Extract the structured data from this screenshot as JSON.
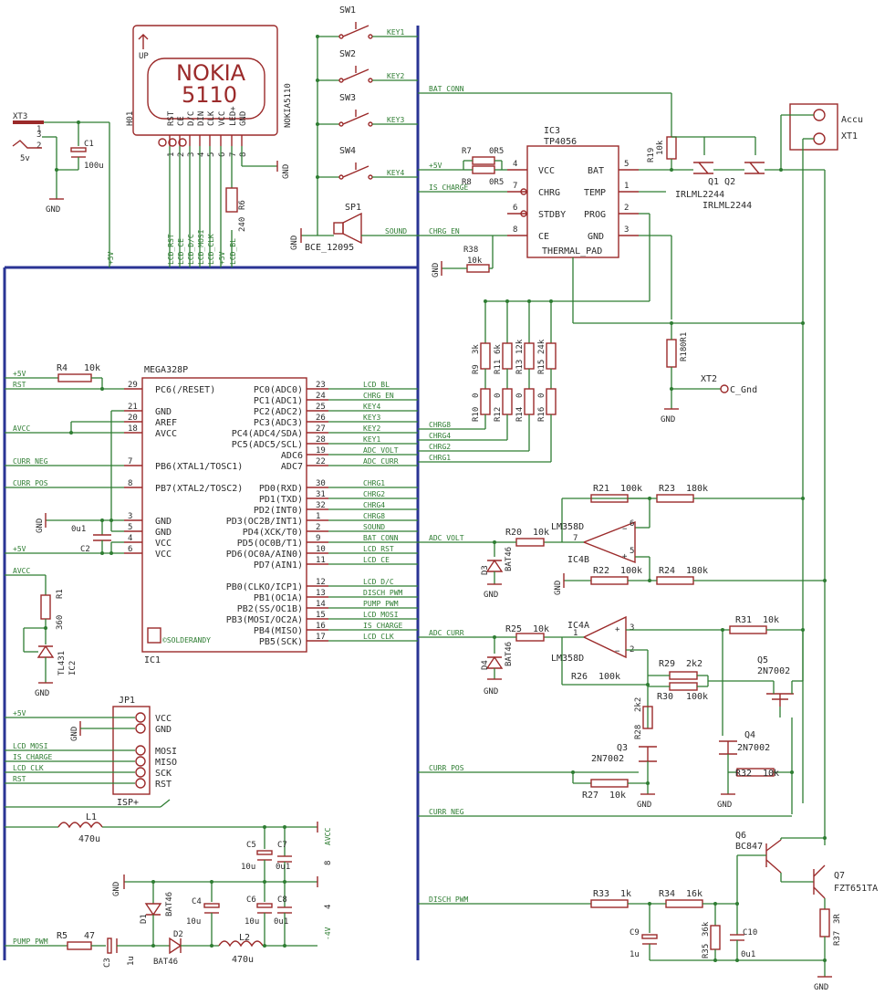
{
  "lcd": {
    "line1": "NOKIA",
    "line2": "5110",
    "up": "UP",
    "ref": "H01",
    "part": "NOKIA5110",
    "pins": [
      "RST",
      "CE",
      "D/C",
      "DIN",
      "CLK",
      "VCC",
      "LED+",
      "GND"
    ],
    "nums": [
      "1",
      "2",
      "3",
      "4",
      "5",
      "6",
      "7",
      "8"
    ],
    "nets": [
      "LCD_RST",
      "LCD_CE",
      "LCD_D/C",
      "LCD_MOSI",
      "LCD_CLK",
      "+5V",
      "LCD_BL"
    ]
  },
  "xt3": {
    "name": "XT3",
    "p1": "1",
    "p2": "2",
    "p3": "3",
    "v": "5v"
  },
  "c1": {
    "name": "C1",
    "val": "100u"
  },
  "gnd": "GND",
  "gnd5v_left": "+5V",
  "r6": {
    "name": "R6",
    "val": "240"
  },
  "sw": [
    "SW1",
    "SW2",
    "SW3",
    "SW4"
  ],
  "keys": [
    "KEY1",
    "KEY2",
    "KEY3",
    "KEY4"
  ],
  "sp1": {
    "name": "SP1",
    "part": "BCE_12095",
    "net": "SOUND"
  },
  "ic3": {
    "name": "IC3",
    "part": "TP4056",
    "vcc": "VCC",
    "chrg": "CHRG",
    "stdby": "STDBY",
    "ce": "CE",
    "bat": "BAT",
    "temp": "TEMP",
    "prog": "PROG",
    "gnd": "GND",
    "pad": "THERMAL_PAD",
    "n4": "4",
    "n7": "7",
    "n6": "6",
    "n8": "8",
    "n5": "5",
    "n1": "1",
    "n2": "2",
    "n3": "3"
  },
  "nets_top": {
    "bat_conn": "BAT_CONN",
    "p5v": "+5V",
    "is_charge": "IS_CHARGE",
    "chrg_en": "CHRG_EN"
  },
  "r7": {
    "name": "R7",
    "val": "0R5"
  },
  "r8": {
    "name": "R8",
    "val": "0R5"
  },
  "r38": {
    "name": "R38",
    "val": "10k"
  },
  "r19": {
    "name": "R19",
    "val": "10k"
  },
  "q1q2": {
    "name": "Q1 Q2",
    "p1": "IRLML2244",
    "p2": "IRLML2244"
  },
  "accu": {
    "label": "Accu",
    "name": "XT1"
  },
  "rlad": [
    {
      "name": "R9",
      "val": "3k"
    },
    {
      "name": "R11",
      "val": "6k"
    },
    {
      "name": "R13",
      "val": "12k"
    },
    {
      "name": "R15",
      "val": "24k"
    },
    {
      "name": "R10",
      "val": "0"
    },
    {
      "name": "R12",
      "val": "0"
    },
    {
      "name": "R14",
      "val": "0"
    },
    {
      "name": "R16",
      "val": "0"
    }
  ],
  "r18": {
    "name": "R18",
    "val": "0R1"
  },
  "xt2": {
    "name": "XT2",
    "net": "C_Gnd"
  },
  "r4": {
    "name": "R4",
    "val": "10k"
  },
  "mcu": {
    "name": "MEGA328P",
    "ref": "IC1",
    "left": [
      {
        "n": "29",
        "l": "PC6(/RESET)"
      },
      {
        "n": "21",
        "l": "GND"
      },
      {
        "n": "20",
        "l": "AREF"
      },
      {
        "n": "18",
        "l": "AVCC"
      },
      {
        "n": "7",
        "l": "PB6(XTAL1/TOSC1)"
      },
      {
        "n": "8",
        "l": "PB7(XTAL2/TOSC2)"
      },
      {
        "n": "3",
        "l": "GND"
      },
      {
        "n": "5",
        "l": "GND"
      },
      {
        "n": "4",
        "l": "VCC"
      },
      {
        "n": "6",
        "l": "VCC"
      }
    ],
    "right": [
      {
        "n": "23",
        "l": "PC0(ADC0)",
        "net": "LCD_BL"
      },
      {
        "n": "24",
        "l": "PC1(ADC1)",
        "net": "CHRG_EN"
      },
      {
        "n": "25",
        "l": "PC2(ADC2)",
        "net": "KEY4"
      },
      {
        "n": "26",
        "l": "PC3(ADC3)",
        "net": "KEY3"
      },
      {
        "n": "27",
        "l": "PC4(ADC4/SDA)",
        "net": "KEY2"
      },
      {
        "n": "28",
        "l": "PC5(ADC5/SCL)",
        "net": "KEY1"
      },
      {
        "n": "19",
        "l": "ADC6",
        "net": "ADC_VOLT"
      },
      {
        "n": "22",
        "l": "ADC7",
        "net": "ADC_CURR"
      },
      {
        "n": "30",
        "l": "PD0(RXD)",
        "net": "CHRG1"
      },
      {
        "n": "31",
        "l": "PD1(TXD)",
        "net": "CHRG2"
      },
      {
        "n": "32",
        "l": "PD2(INT0)",
        "net": "CHRG4"
      },
      {
        "n": "1",
        "l": "PD3(OC2B/INT1)",
        "net": "CHRG8"
      },
      {
        "n": "2",
        "l": "PD4(XCK/T0)",
        "net": "SOUND"
      },
      {
        "n": "9",
        "l": "PD5(OC0B/T1)",
        "net": "BAT_CONN"
      },
      {
        "n": "10",
        "l": "PD6(OC0A/AIN0)",
        "net": "LCD_RST"
      },
      {
        "n": "11",
        "l": "PD7(AIN1)",
        "net": "LCD_CE"
      },
      {
        "n": "12",
        "l": "PB0(CLKO/ICP1)",
        "net": "LCD_D/C"
      },
      {
        "n": "13",
        "l": "PB1(OC1A)",
        "net": "DISCH_PWM"
      },
      {
        "n": "14",
        "l": "PB2(SS/OC1B)",
        "net": "PUMP_PWM"
      },
      {
        "n": "15",
        "l": "PB3(MOSI/OC2A)",
        "net": "LCD_MOSI"
      },
      {
        "n": "16",
        "l": "PB4(MISO)",
        "net": "IS_CHARGE"
      },
      {
        "n": "17",
        "l": "PB5(SCK)",
        "net": "LCD_CLK"
      }
    ],
    "logo": "©SOLDERANDY"
  },
  "left_nets": {
    "p5v": "+5V",
    "rst": "RST",
    "avcc": "AVCC",
    "curr_neg": "CURR_NEG",
    "curr_pos": "CURR_POS"
  },
  "chrg_right": [
    "CHRG8",
    "CHRG4",
    "CHRG2",
    "CHRG1"
  ],
  "c2": {
    "name": "C2",
    "val": "0u1"
  },
  "r1": {
    "name": "R1",
    "val": "360"
  },
  "ic2": {
    "name": "IC2",
    "part": "TL431"
  },
  "jp1": {
    "name": "JP1",
    "sub": "ISP+",
    "pins": [
      "VCC",
      "GND",
      "MOSI",
      "MISO",
      "SCK",
      "RST"
    ],
    "nets": [
      "+5V",
      "",
      "LCD_MOSI",
      "IS_CHARGE",
      "LCD_CLK",
      "RST"
    ]
  },
  "l1": {
    "name": "L1",
    "val": "470u"
  },
  "c5": {
    "name": "C5",
    "val": "10u"
  },
  "c7": {
    "name": "C7",
    "val": "0u1"
  },
  "avcc_right": "AVCC",
  "n8": "8",
  "n4": "4",
  "m4v": "-4V",
  "c4": {
    "name": "C4",
    "val": "10u"
  },
  "c6": {
    "name": "C6",
    "val": "10u"
  },
  "c8": {
    "name": "C8",
    "val": "0u1"
  },
  "d1": {
    "name": "D1",
    "val": "BAT46"
  },
  "d2": {
    "name": "D2",
    "val": "BAT46"
  },
  "r5": {
    "name": "R5",
    "val": "47"
  },
  "c3": {
    "name": "C3",
    "val": "1u"
  },
  "l2": {
    "name": "L2",
    "val": "470u"
  },
  "pump": "PUMP_PWM",
  "ic4b": {
    "name": "IC4B",
    "part": "LM358D",
    "n7": "7",
    "n6": "6",
    "n5": "5"
  },
  "ic4a": {
    "name": "IC4A",
    "part": "LM358D",
    "n1": "1",
    "n3": "3",
    "n2": "2"
  },
  "r21": {
    "name": "R21",
    "val": "100k"
  },
  "r23": {
    "name": "R23",
    "val": "180k"
  },
  "r22": {
    "name": "R22",
    "val": "100k"
  },
  "r24": {
    "name": "R24",
    "val": "180k"
  },
  "r20": {
    "name": "R20",
    "val": "10k"
  },
  "d3": {
    "name": "D3",
    "val": "BAT46"
  },
  "adc_volt": "ADC_VOLT",
  "adc_curr": "ADC_CURR",
  "r25": {
    "name": "R25",
    "val": "10k"
  },
  "d4": {
    "name": "D4",
    "val": "BAT46"
  },
  "r31": {
    "name": "R31",
    "val": "10k"
  },
  "r29": {
    "name": "R29",
    "val": "2k2"
  },
  "r30": {
    "name": "R30",
    "val": "100k"
  },
  "r26": {
    "name": "R26",
    "val": "100k"
  },
  "q5": {
    "name": "Q5",
    "part": "2N7002"
  },
  "q4": {
    "name": "Q4",
    "part": "2N7002"
  },
  "q3": {
    "name": "Q3",
    "part": "2N7002"
  },
  "r28": {
    "name": "R28",
    "val": "2k2"
  },
  "r27": {
    "name": "R27",
    "val": "10k"
  },
  "r32": {
    "name": "R32",
    "val": "10k"
  },
  "curr_pos": "CURR_POS",
  "curr_neg": "CURR_NEG",
  "disch": "DISCH_PWM",
  "q6": {
    "name": "Q6",
    "part": "BC847"
  },
  "q7": {
    "name": "Q7",
    "part": "FZT651TA"
  },
  "r33": {
    "name": "R33",
    "val": "1k"
  },
  "r34": {
    "name": "R34",
    "val": "16k"
  },
  "r35": {
    "name": "R35",
    "val": "36k"
  },
  "c9": {
    "name": "C9",
    "val": "1u"
  },
  "c10": {
    "name": "C10",
    "val": "0u1"
  },
  "r37": {
    "name": "R37",
    "val": "3R"
  }
}
